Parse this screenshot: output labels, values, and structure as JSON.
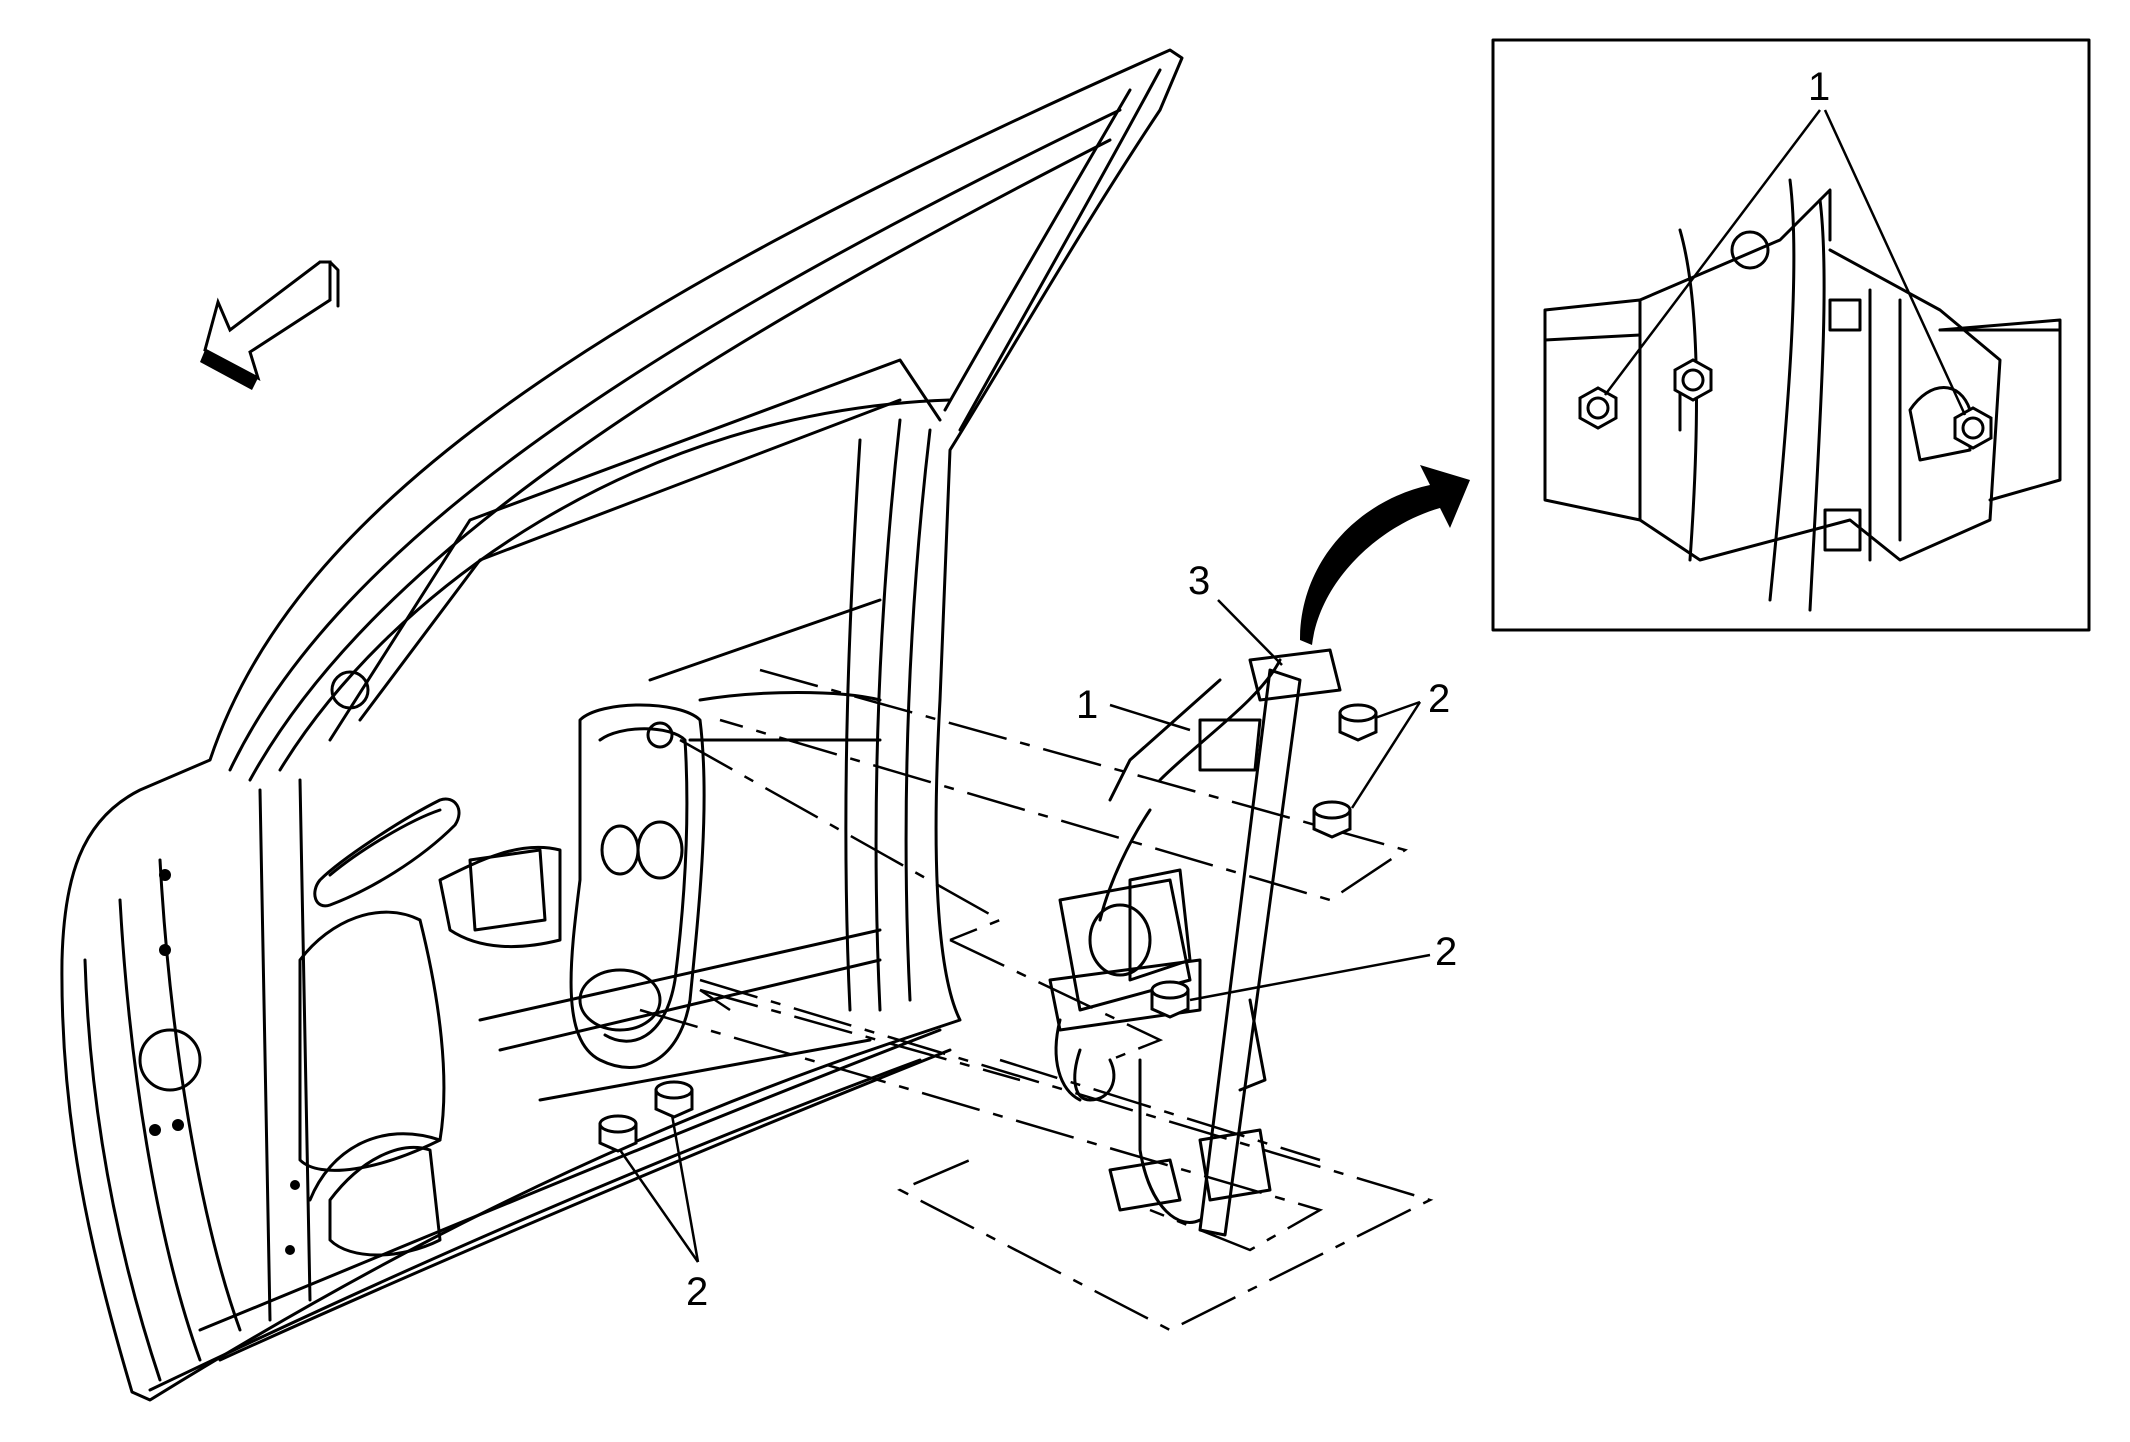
{
  "callouts": {
    "inset_label": "1",
    "top_label": "3",
    "left_label": "1",
    "right_top_label": "2",
    "right_mid_label": "2",
    "bottom_label": "2"
  }
}
